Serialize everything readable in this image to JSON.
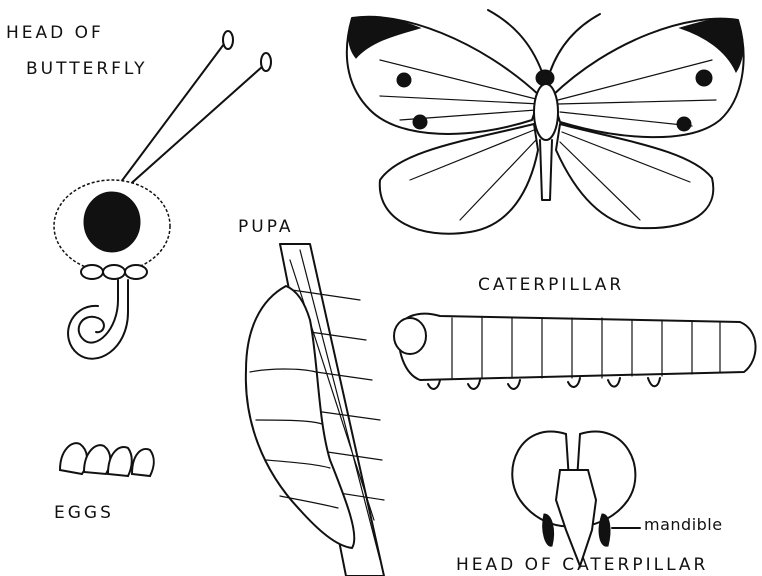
{
  "labels": {
    "head_butterfly_line1": "HEAD OF",
    "head_butterfly_line2": "BUTTERFLY",
    "pupa": "PUPA",
    "caterpillar": "CATERPILLAR",
    "eggs": "EGGS",
    "mandible": "mandible",
    "head_caterpillar": "HEAD OF CATERPILLAR"
  },
  "colors": {
    "ink": "#111111",
    "paper": "#ffffff"
  }
}
